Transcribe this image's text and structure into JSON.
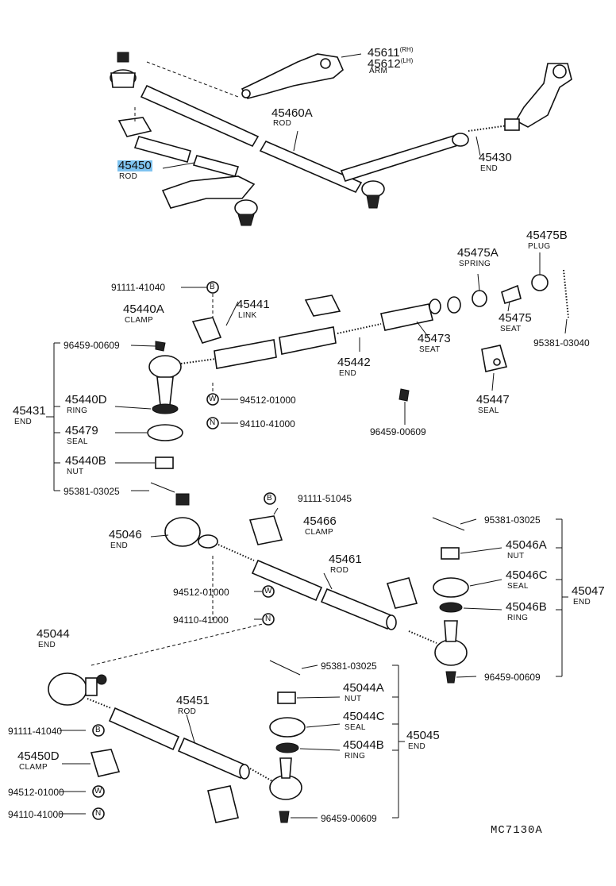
{
  "labels": {
    "p45611": "45611",
    "rh": "(RH)",
    "p45612": "45612",
    "lh": "(LH)",
    "arm": "ARM",
    "p45460A": "45460A",
    "rod1": "ROD",
    "p45450": "45450",
    "rod2": "ROD",
    "p45430": "45430",
    "end1": "END",
    "p91111_41040a": "91111-41040",
    "p45440A": "45440A",
    "clamp1": "CLAMP",
    "p45441": "45441",
    "link": "LINK",
    "p96459_00609a": "96459-00609",
    "p45431": "45431",
    "end2": "END",
    "p45440D": "45440D",
    "ring1": "RING",
    "p94512_01000a": "94512-01000",
    "p94110_41000a": "94110-41000",
    "p45479": "45479",
    "seal1": "SEAL",
    "p45440B": "45440B",
    "nut1": "NUT",
    "p95381_03025a": "95381-03025",
    "p45442": "45442",
    "end3": "END",
    "p45475A": "45475A",
    "spring": "SPRING",
    "p45475B": "45475B",
    "plug": "PLUG",
    "p45475": "45475",
    "seat1": "SEAT",
    "p45473": "45473",
    "seat2": "SEAT",
    "p95381_03040": "95381-03040",
    "p45447": "45447",
    "seal2": "SEAL",
    "p96459_00609b": "96459-00609",
    "p91111_51045": "91111-51045",
    "p45466": "45466",
    "clamp2": "CLAMP",
    "p45046": "45046",
    "end4": "END",
    "p45461": "45461",
    "rod3": "ROD",
    "p94512_01000b": "94512-01000",
    "p94110_41000b": "94110-41000",
    "p95381_03025b": "95381-03025",
    "p45046A": "45046A",
    "nut2": "NUT",
    "p45046C": "45046C",
    "seal3": "SEAL",
    "p45046B": "45046B",
    "ring2": "RING",
    "p45047": "45047",
    "end5": "END",
    "p96459_00609c": "96459-00609",
    "p45044": "45044",
    "end6": "END",
    "p45451": "45451",
    "rod4": "ROD",
    "p95381_03025c": "95381-03025",
    "p45044A": "45044A",
    "nut3": "NUT",
    "p45044C": "45044C",
    "seal4": "SEAL",
    "p45044B": "45044B",
    "ring3": "RING",
    "p45045": "45045",
    "end7": "END",
    "p91111_41040b": "91111-41040",
    "p45450D": "45450D",
    "clamp3": "CLAMP",
    "p94512_01000c": "94512-01000",
    "p94110_41000c": "94110-41000",
    "p96459_00609d": "96459-00609",
    "code": "MC7130A"
  },
  "symbols": {
    "b": "B",
    "w": "W",
    "n": "N"
  },
  "highlight_color": "#7ec3f0"
}
